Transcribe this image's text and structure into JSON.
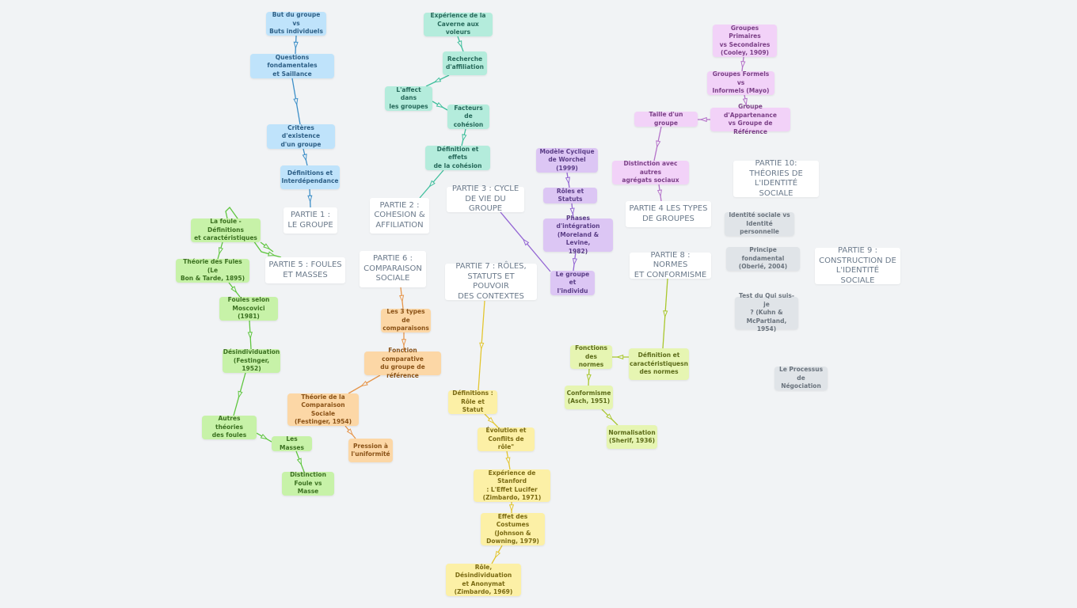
{
  "colors": {
    "blue": "#3d8fc8",
    "teal": "#3fbf9c",
    "purple": "#9466d4",
    "pink": "#b572c9",
    "green": "#5fc63f",
    "lime": "#a9c72c",
    "orange": "#e6954a",
    "yellow": "#e3c630"
  },
  "nodes": {
    "p1": "PARTIE 1 :\nLE GROUPE",
    "p2": "PARTIE 2 :\nCOHESION &\nAFFILIATION",
    "p3": "PARTIE 3 : CYCLE\nDE VIE DU GROUPE",
    "p4": "PARTIE 4 LES TYPES\nDE GROUPES",
    "p5": "PARTIE 5 : FOULES\nET MASSES",
    "p6": "PARTIE 6 :\nCOMPARAISON\nSOCIALE",
    "p7": "PARTIE 7 : RÔLES,\nSTATUTS ET POUVOIR\nDES CONTEXTES",
    "p8": "PARTIE 8 : NORMES\nET CONFORMISME",
    "p9": "PARTIE 9 :\nCONSTRUCTION DE\nL'IDENTITÉ SOCIALE",
    "p10": "PARTIE 10:\nTHÉORIES DE\nL'IDENTITÉ SOCIALE",
    "b1": "But du groupe vs\nButs individuels",
    "b2": "Questions fondamentales\net Saillance",
    "b3": "Critères d'existence\nd'un groupe",
    "b4": "Définitions et\nInterdépendance",
    "t1": "Expérience de la\nCaverne aux voleurs",
    "t2": "Recherche\nd'affiliation",
    "t3": "L'affect dans\nles groupes",
    "t4": "Facteurs de\ncohésion",
    "t5": "Définition et effets\nde la cohésion",
    "u1": "Modèle Cyclique\nde Worchel (1999)",
    "u2": "Rôles et Statuts",
    "u3": "Phases d'intégration\n(Moreland & Levine,\n1982)",
    "u4": "Le groupe\net l'individu",
    "k1": "Groupes Primaires\nvs Secondaires\n(Cooley, 1909)",
    "k2": "Groupes Formels vs\nInformels (Mayo)",
    "k3": "Groupe d'Appartenance\nvs Groupe de Référence",
    "k4": "Taille d'un groupe",
    "k5": "Distinction avec autres\nagrégats sociaux",
    "g1": "La foule - Définitions\net caractéristiques",
    "g2": "Théorie des Fules (Le\nBon & Tarde, 1895)",
    "g3": "Foules selon\nMoscovici (1981)",
    "g4": "Désindividuation\n(Festinger, 1952)",
    "g5": "Autres théories\ndes foules",
    "g6": "Les Masses",
    "g7": "Distinction\nFoule vs Masse",
    "o1": "Les 3 types de\ncomparaisons",
    "o2": "Fonction comparative\ndu groupe de référence",
    "o3": "Théorie de la\nComparaison Sociale\n(Festinger, 1954)",
    "o4": "Pression à\nl'uniformité",
    "y1": "Définitions :\nRôle et Statut",
    "y2": "Évolution et\nConflits de rôle\"",
    "y3": "Expérience de Stanford\n: L'Effet Lucifer\n(Zimbardo, 1971)",
    "y4": "Effet des Costumes\n(Johnson &\nDowning, 1979)",
    "y5": "Rôle, Désindividuation\net Anonymat\n(Zimbardo, 1969)",
    "l1": "Définition et\ncaractéristiquesn\ndes normes",
    "l2": "Fonctions\ndes normes",
    "l3": "Conformisme\n(Asch, 1951)",
    "l4": "Normalisation\n(Sherif, 1936)",
    "x1": "Identité sociale vs\nIdentité personnelle",
    "x2": "Principe fondamental\n(Oberlé, 2004)",
    "x3": "Test du Qui suis-je\n? (Kuhn &\nMcPartland, 1954)",
    "x4": "Le Processus\nde Négociation"
  }
}
